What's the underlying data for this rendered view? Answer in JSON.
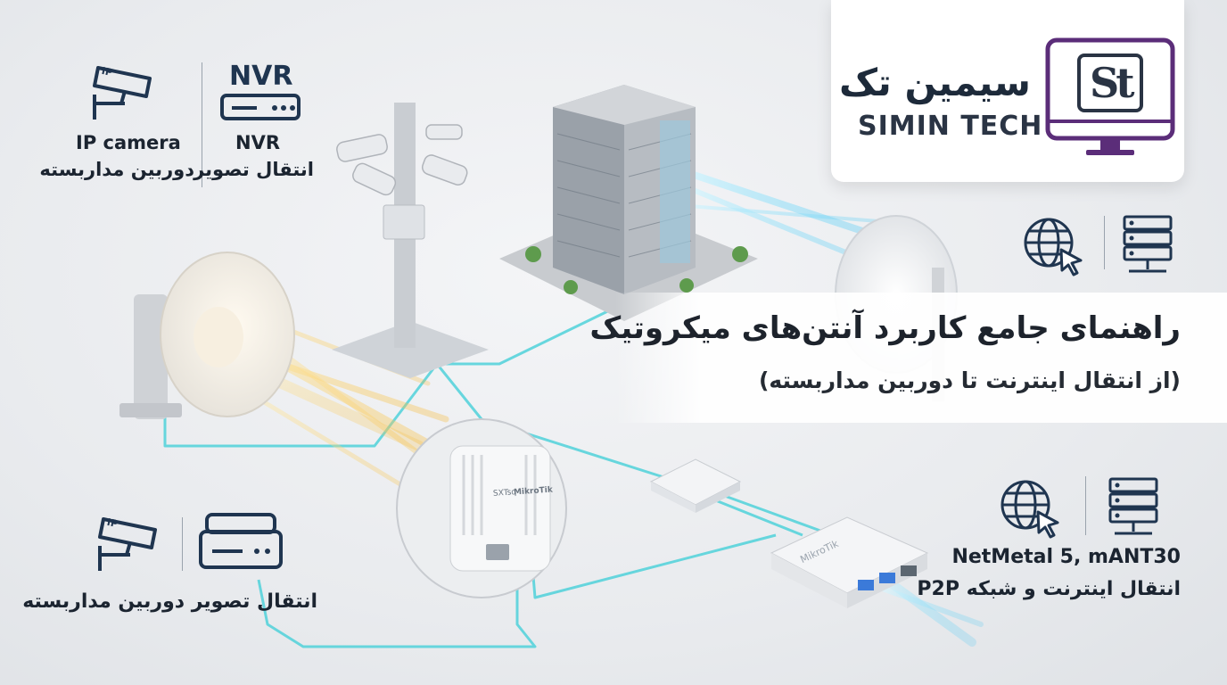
{
  "brand": {
    "name_fa": "سیمین تک",
    "name_en": "SIMIN TECH",
    "monogram": "St",
    "accent_color": "#5b2d79"
  },
  "title": {
    "main": "راهنمای جامع کاربرد آنتن‌های میکروتیک",
    "sub": "(از انتقال اینترنت تا دوربین مداربسته)"
  },
  "top_left_group": {
    "camera_icon": "ip-camera-icon",
    "camera_icon_text": "IP",
    "camera_label_en": "IP camera",
    "camera_label_fa": "دوربین مداربسته",
    "nvr_icon": "nvr-recorder-icon",
    "nvr_icon_text": "NVR",
    "nvr_label_en": "NVR",
    "nvr_label_fa": "انتقال تصویر"
  },
  "bottom_left_group": {
    "camera_icon": "ip-camera-icon",
    "camera_icon_text": "IP",
    "nvr_icon": "nvr-recorder-icon",
    "label_fa": "انتقال تصویر دوربین مداربسته"
  },
  "right_top_icons": [
    "globe-cursor-icon",
    "server-rack-icon"
  ],
  "bottom_right_group": {
    "icons": [
      "globe-cursor-icon",
      "server-rack-icon"
    ],
    "label_en": "NetMetal 5, mANT30",
    "label_fa": "انتقال اینترنت و شبکه P2P"
  },
  "device_branding": {
    "radio_label": "SXTsq",
    "radio_brand": "MikroTik",
    "switch_brand": "MikroTik"
  },
  "colors": {
    "cable": "#4fd1d9",
    "beam_warm": "#f5c34a",
    "beam_cool": "#66d3f7",
    "text_dark": "#1b2430",
    "icon_stroke": "#1f3550"
  }
}
